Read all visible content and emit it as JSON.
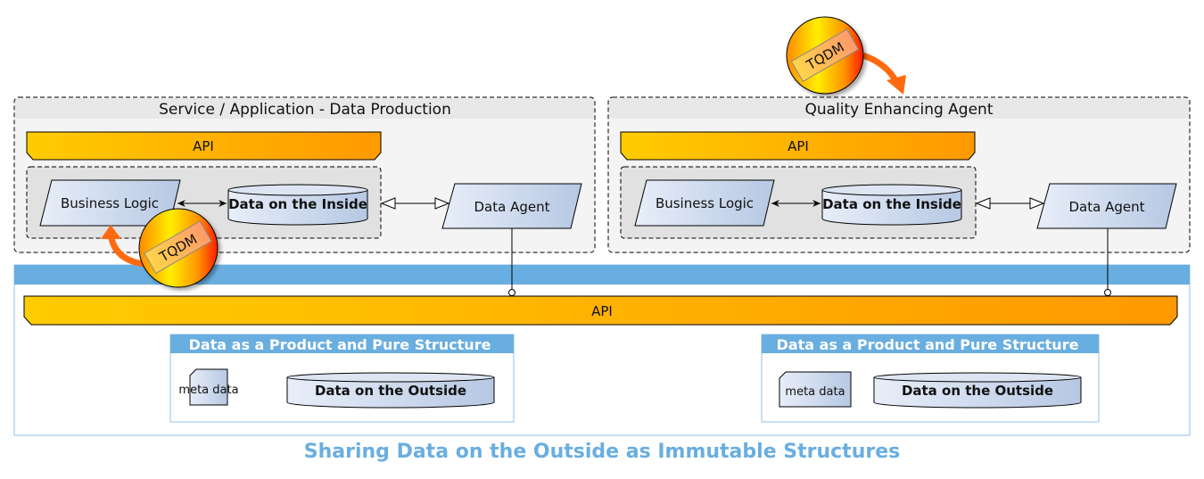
{
  "service_box": {
    "title": "Service / Application - Data Production",
    "api_label": "API",
    "business_logic": "Business Logic",
    "data_inside": "Data on the Inside",
    "data_agent": "Data Agent",
    "badge": "TQDM"
  },
  "quality_box": {
    "title": "Quality Enhancing Agent",
    "api_label": "API",
    "business_logic": "Business Logic",
    "data_inside": "Data on the Inside",
    "data_agent": "Data Agent",
    "badge": "TQDM"
  },
  "shared_layer": {
    "api_label": "API",
    "products": [
      {
        "title": "Data as a Product and Pure Structure",
        "meta": "meta data",
        "data_outside": "Data on the Outside"
      },
      {
        "title": "Data as a Product and Pure Structure",
        "meta": "meta data",
        "data_outside": "Data on the Outside"
      }
    ]
  },
  "caption": "Sharing Data on the Outside as Immutable Structures",
  "colors": {
    "api_start": "#ffcc00",
    "api_end": "#ff9900",
    "accent_blue": "#69aee0",
    "shape_fill_start": "#e6edf8",
    "shape_fill_end": "#b8cae4"
  }
}
